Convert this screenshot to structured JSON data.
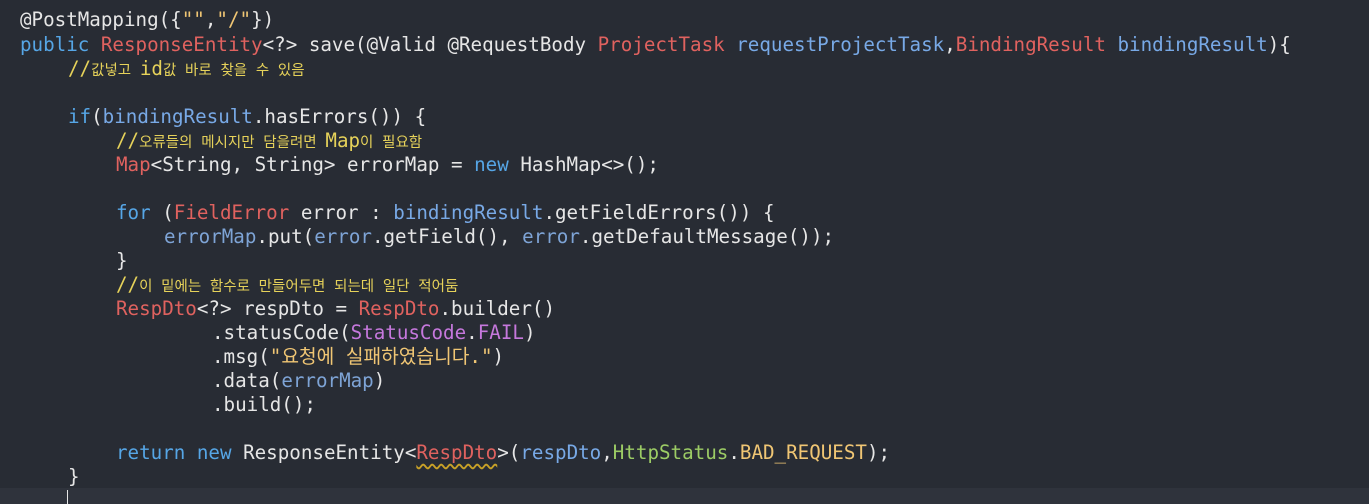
{
  "editor": {
    "line0": {
      "annotation": "@PostMapping",
      "args_open": "({",
      "str1": "\"\"",
      "comma": ",",
      "str2": "\"/\"",
      "args_close": "})"
    },
    "line1": {
      "public": "public",
      "type": "ResponseEntity",
      "generic": "<?>",
      "method": " save(",
      "valid": "@Valid",
      "requestbody": " @RequestBody ",
      "param_type": "ProjectTask",
      "param_name": " requestProjectTask",
      "comma": ",",
      "param2_type": "BindingResult",
      "param2_name": " bindingResult",
      "close": "){"
    },
    "line2": {
      "prefix": "//",
      "comment_a": "값넣고 ",
      "comment_key": "id",
      "comment_b": "값 바로 찾을 수 있음"
    },
    "line4": {
      "kw": "if",
      "open": "(",
      "var": "bindingResult",
      "call": ".hasErrors()) {"
    },
    "line5": {
      "prefix": "//",
      "comment_a": "오류들의 메시지만 담을려면 ",
      "comment_key": "Map",
      "comment_b": "이 필요함"
    },
    "line6": {
      "type": "Map",
      "generic_a": "<String, String> ",
      "var": "errorMap",
      "eq": " = ",
      "kw_new": "new",
      "rest": " HashMap<>();"
    },
    "line8": {
      "kw": "for",
      "open": " (",
      "type": "FieldError",
      "var": " error",
      "colon": " : ",
      "var2": "bindingResult",
      "call": ".getFieldErrors()) {"
    },
    "line9": {
      "var": "errorMap",
      "put": ".put(",
      "var2": "error",
      "getfield": ".getField(), ",
      "var3": "error",
      "getmsg": ".getDefaultMessage());"
    },
    "line10": {
      "brace": "}"
    },
    "line11": {
      "prefix": "//",
      "comment": "이 밑에는 함수로 만들어두면 되는데 일단 적어둠"
    },
    "line12": {
      "type": "RespDto",
      "generic": "<?> ",
      "var": "respDto",
      "eq": " = ",
      "type2": "RespDto",
      "rest": ".builder()"
    },
    "line13": {
      "call": ".statusCode(",
      "enum": "StatusCode",
      "dot": ".",
      "const": "FAIL",
      "close": ")"
    },
    "line14": {
      "call": ".msg(",
      "str": "\"요청에 실패하였습니다.\"",
      "close": ")"
    },
    "line15": {
      "call": ".data(",
      "var": "errorMap",
      "close": ")"
    },
    "line16": {
      "call": ".build();"
    },
    "line18": {
      "kw": "return",
      "kw_new": " new ",
      "type": "ResponseEntity",
      "lt": "<",
      "generic": "RespDto",
      "gt": ">(",
      "var": "respDto",
      "comma": ",",
      "status_type": "HttpStatus",
      "dot": ".",
      "const": "BAD_REQUEST",
      "close": ");"
    },
    "line19": {
      "brace": "}"
    }
  }
}
